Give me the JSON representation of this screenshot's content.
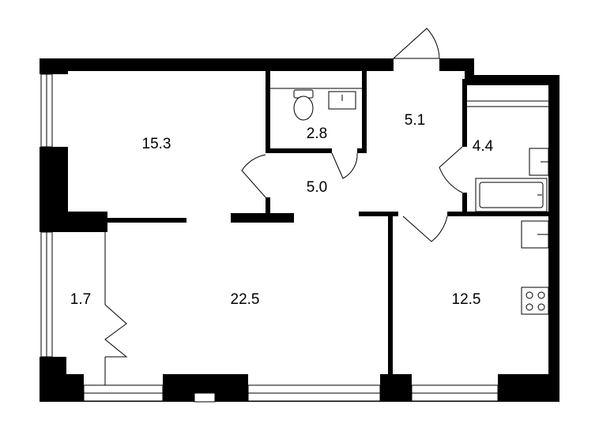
{
  "rooms": [
    {
      "id": "bedroom",
      "area": "15.3"
    },
    {
      "id": "wc",
      "area": "2.8"
    },
    {
      "id": "entrance-hall",
      "area": "5.1"
    },
    {
      "id": "bathroom",
      "area": "4.4"
    },
    {
      "id": "corridor",
      "area": "5.0"
    },
    {
      "id": "balcony",
      "area": "1.7"
    },
    {
      "id": "living-room",
      "area": "22.5"
    },
    {
      "id": "kitchen",
      "area": "12.5"
    }
  ],
  "fixtures": [
    "toilet-icon",
    "wc-sink-icon",
    "bath-sink-icon",
    "bathtub-icon",
    "kitchen-sink-icon",
    "stove-icon"
  ],
  "colors": {
    "walls": "#000000",
    "background": "#ffffff"
  }
}
